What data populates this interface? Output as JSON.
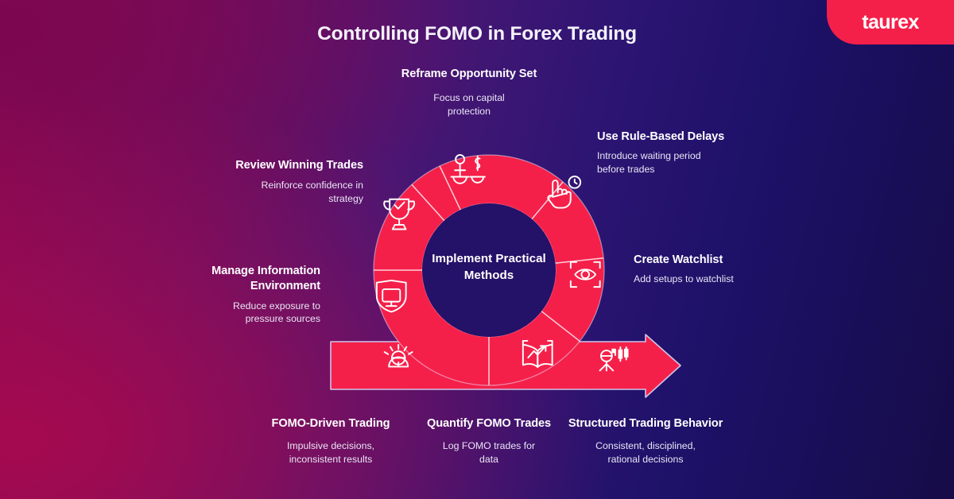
{
  "brand": {
    "name": "taurex",
    "badge_color": "#f5204a"
  },
  "header": {
    "title": "Controlling FOMO in Forex Trading"
  },
  "theme": {
    "accent": "#f5204a",
    "bg_left": "#9e0d4e",
    "bg_mid": "#4a1673",
    "bg_right": "#170c47",
    "text": "#ffffff",
    "sub_text": "#e9e6f5",
    "ring_inner_fill": "#241168"
  },
  "center": {
    "line1": "Implement Practical",
    "line2": "Methods"
  },
  "steps": [
    {
      "id": "reframe-opportunity-set",
      "title": "Reframe Opportunity Set",
      "desc_line1": "Focus on capital",
      "desc_line2": "protection",
      "icon": "balance-scales-icon",
      "align": "center",
      "position": "top"
    },
    {
      "id": "use-rule-based-delays",
      "title": "Use Rule-Based Delays",
      "desc_line1": "Introduce waiting period",
      "desc_line2": "before trades",
      "icon": "hand-click-timer-icon",
      "align": "left",
      "position": "top-right"
    },
    {
      "id": "create-watchlist",
      "title": "Create Watchlist",
      "desc_line1": "Add setups to watchlist",
      "desc_line2": "",
      "icon": "eye-focus-icon",
      "align": "left",
      "position": "right"
    },
    {
      "id": "structured-trading-behavior",
      "title": "Structured Trading Behavior",
      "desc_line1": "Consistent, disciplined,",
      "desc_line2": "rational decisions",
      "icon": "trader-candlestick-icon",
      "align": "center",
      "position": "bottom-right"
    },
    {
      "id": "quantify-fomo-trades",
      "title": "Quantify FOMO Trades",
      "desc_line1": "Log FOMO trades for",
      "desc_line2": "data",
      "icon": "journal-uptrend-icon",
      "align": "center",
      "position": "bottom-center"
    },
    {
      "id": "fomo-driven-trading",
      "title": "FOMO-Driven Trading",
      "desc_line1": "Impulsive decisions,",
      "desc_line2": "inconsistent results",
      "icon": "stressed-person-icon",
      "align": "center",
      "position": "bottom-left"
    },
    {
      "id": "manage-information-environment",
      "title": "Manage Information Environment",
      "desc_line1": "Reduce exposure to",
      "desc_line2": "pressure sources",
      "icon": "monitor-shield-icon",
      "align": "right",
      "position": "left"
    },
    {
      "id": "review-winning-trades",
      "title": "Review Winning Trades",
      "desc_line1": "Reinforce confidence in",
      "desc_line2": "strategy",
      "icon": "trophy-check-icon",
      "align": "right",
      "position": "top-left"
    }
  ]
}
